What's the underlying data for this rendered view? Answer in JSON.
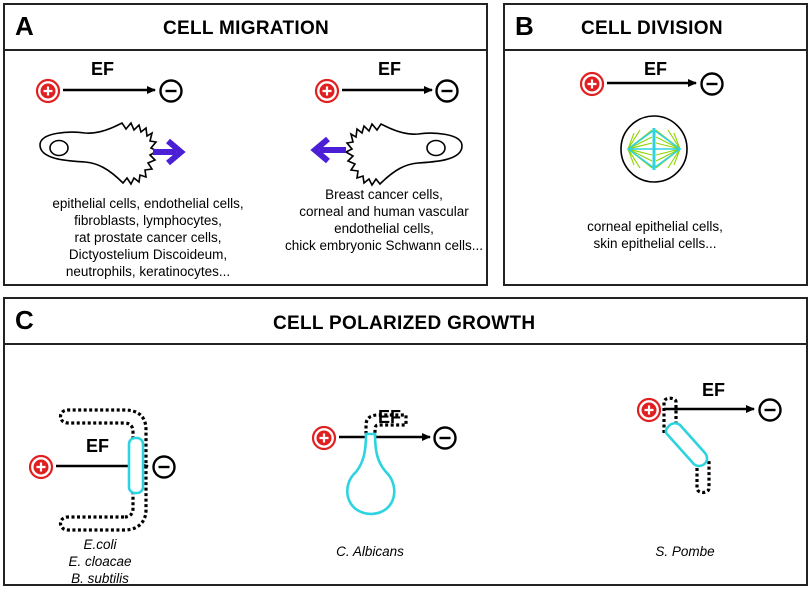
{
  "panel_a": {
    "letter": "A",
    "title": "CELL MIGRATION",
    "left": {
      "field_label": "EF",
      "cells": [
        "epithelial cells, endothelial cells,",
        "fibroblasts, lymphocytes,",
        "rat prostate cancer cells,",
        "Dictyostelium Discoideum,",
        "neutrophils, keratinocytes..."
      ]
    },
    "right": {
      "field_label": "EF",
      "cells": [
        "Breast cancer cells,",
        "corneal and human vascular",
        "endothelial cells,",
        "chick embryonic Schwann cells..."
      ]
    }
  },
  "panel_b": {
    "letter": "B",
    "title": "CELL DIVISION",
    "field_label": "EF",
    "cells": [
      "corneal epithelial cells,",
      "skin epithelial cells..."
    ]
  },
  "panel_c": {
    "letter": "C",
    "title": "CELL POLARIZED GROWTH",
    "organisms": [
      {
        "field_label": "EF",
        "names": [
          "E.coli",
          "E. cloacae",
          "B. subtilis"
        ]
      },
      {
        "field_label": "EF",
        "names": [
          "C. Albicans"
        ]
      },
      {
        "field_label": "EF",
        "names": [
          "S. Pombe"
        ]
      }
    ]
  },
  "colors": {
    "positive_electrode": "#e02020",
    "negative_electrode": "#000000",
    "migration_arrow": "#4a1fd6",
    "growth_zone": "#2ed3e0",
    "spindle_green": "#8fd400",
    "spindle_blue": "#2ed3e0"
  },
  "icons": [
    "plus-electrode-icon",
    "minus-electrode-icon",
    "field-arrow-icon",
    "migration-arrow-icon",
    "cell-icon",
    "spindle-icon"
  ]
}
